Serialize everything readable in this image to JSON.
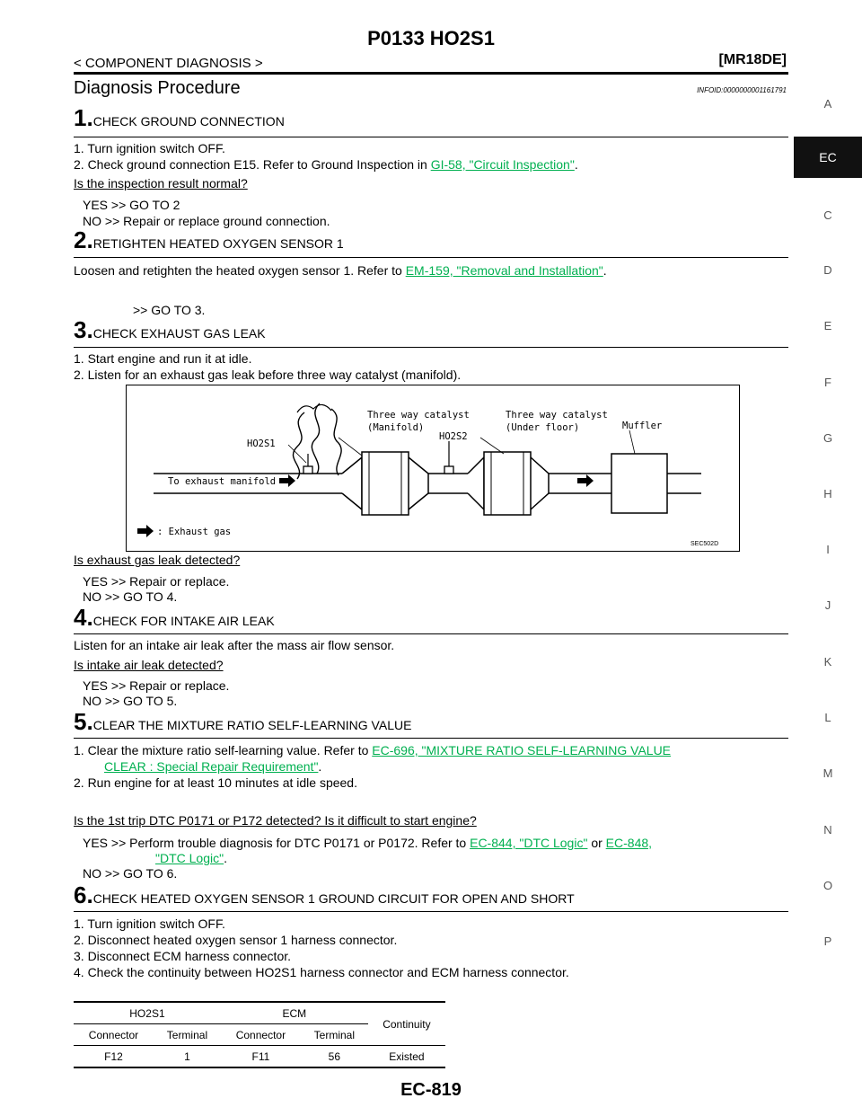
{
  "header": {
    "title": "P0133 HO2S1",
    "breadcrumb": "< COMPONENT DIAGNOSIS >",
    "engine": "[MR18DE]"
  },
  "section": {
    "title": "Diagnosis Procedure",
    "infoid": "INFOID:0000000001161791"
  },
  "side_index": [
    "A",
    "EC",
    "C",
    "D",
    "E",
    "F",
    "G",
    "H",
    "I",
    "J",
    "K",
    "L",
    "M",
    "N",
    "O",
    "P"
  ],
  "steps": [
    {
      "num": "1.",
      "head": "CHECK GROUND CONNECTION",
      "l1": "1. Turn ignition switch OFF.",
      "l2_pre": "2. Check ground connection E15. Refer to Ground Inspection in ",
      "l2_link": "GI-58, \"Circuit Inspection\"",
      "l2_post": ".",
      "q": "Is the inspection result normal?",
      "yes": "YES >> GO TO 2",
      "no": "NO >> Repair or replace ground connection."
    },
    {
      "num": "2.",
      "head": "RETIGHTEN HEATED OXYGEN SENSOR 1",
      "l1_pre": "Loosen and retighten the heated oxygen sensor 1. Refer to ",
      "l1_link": "EM-159, \"Removal and Installation\"",
      "l1_post": ".",
      "go": ">> GO TO 3."
    },
    {
      "num": "3.",
      "head": "CHECK EXHAUST GAS LEAK",
      "l1": "1. Start engine and run it at idle.",
      "l2": "2. Listen for an exhaust gas leak before three way catalyst (manifold).",
      "q": "Is exhaust gas leak detected?",
      "yes": "YES >> Repair or replace.",
      "no": "NO >> GO TO 4."
    },
    {
      "num": "4.",
      "head": "CHECK FOR INTAKE AIR LEAK",
      "l1": "Listen for an intake air leak after the mass air flow sensor.",
      "q": "Is intake air leak detected?",
      "yes": "YES >> Repair or replace.",
      "no": "NO >> GO TO 5."
    },
    {
      "num": "5.",
      "head": "CLEAR THE MIXTURE RATIO SELF-LEARNING VALUE",
      "l1_pre": "1. Clear the mixture ratio self-learning value. Refer to ",
      "l1_link": "EC-696, \"MIXTURE RATIO SELF-LEARNING VALUE",
      "l1_link2": "CLEAR : Special Repair Requirement\"",
      "l1_post": ".",
      "l2": "2. Run engine for at least 10 minutes at idle speed.",
      "q": "Is the 1st trip DTC P0171 or P172 detected? Is it difficult to start engine?",
      "yes_pre": "YES >> Perform trouble diagnosis for DTC P0171 or P0172. Refer to ",
      "yes_link1": "EC-844, \"DTC Logic\"",
      "yes_mid": " or ",
      "yes_link2": "EC-848,",
      "yes_link3": "\"DTC Logic\"",
      "yes_post": ".",
      "no": "NO >> GO TO 6."
    },
    {
      "num": "6.",
      "head": "CHECK HEATED OXYGEN SENSOR 1 GROUND CIRCUIT FOR OPEN AND SHORT",
      "l1": "1. Turn ignition switch OFF.",
      "l2": "2. Disconnect heated oxygen sensor 1 harness connector.",
      "l3": "3. Disconnect ECM harness connector.",
      "l4": "4. Check the continuity between HO2S1 harness connector and ECM harness connector."
    }
  ],
  "diagram": {
    "label_three_way_manifold_1": "Three way catalyst",
    "label_three_way_manifold_2": "(Manifold)",
    "label_three_way_under_1": "Three way catalyst",
    "label_three_way_under_2": "(Under floor)",
    "label_muffler": "Muffler",
    "label_ho2s1": "HO2S1",
    "label_ho2s2": "HO2S2",
    "label_to_manifold": "To exhaust manifold",
    "legend": ": Exhaust gas",
    "code": "SEC502D"
  },
  "table": {
    "h_ho2s1": "HO2S1",
    "h_ecm": "ECM",
    "h_continuity": "Continuity",
    "h_connector1": "Connector",
    "h_terminal1": "Terminal",
    "h_connector2": "Connector",
    "h_terminal2": "Terminal",
    "row": [
      "F12",
      "1",
      "F11",
      "56",
      "Existed"
    ]
  },
  "footer": {
    "page": "EC-819"
  }
}
